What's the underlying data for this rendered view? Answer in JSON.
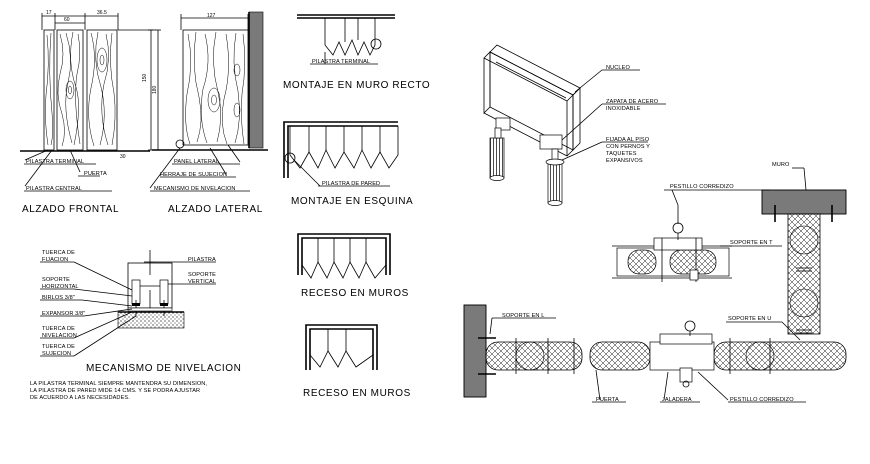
{
  "titles": {
    "alzado_frontal": "ALZADO FRONTAL",
    "alzado_lateral": "ALZADO LATERAL",
    "montaje_muro_recto": "MONTAJE EN MURO RECTO",
    "montaje_esquina": "MONTAJE EN ESQUINA",
    "receso_1": "RECESO EN MUROS",
    "receso_2": "RECESO EN MUROS",
    "mecanismo": "MECANISMO DE NIVELACION"
  },
  "frontal": {
    "dims": [
      "17",
      "60",
      "36.5",
      "150",
      "30"
    ],
    "labels": [
      "PILASTRA TERMINAL",
      "PUERTA",
      "PILASTRA CENTRAL"
    ]
  },
  "lateral": {
    "dims": [
      "127",
      "180"
    ],
    "labels": [
      "PANEL LATERAL",
      "HERRAJE DE SUJECION",
      "MECANISMO DE NIVELACION"
    ]
  },
  "montaje": {
    "pilastra_terminal": "PILASTRA TERMINAL",
    "pilastra_pared": "PILASTRA DE PARED"
  },
  "mecanismo_labels": {
    "tuerca_fijacion": [
      "TUERCA DE",
      "FIJACION"
    ],
    "soporte_horizontal": [
      "SOPORTE",
      "HORIZONTAL"
    ],
    "birlos": "BIRLOS 3/8\"",
    "expansor": "EXPANSOR 3/8\"",
    "tuerca_nivelacion": [
      "TUERCA DE",
      "NIVELACION"
    ],
    "tuerca_sujecion": [
      "TUERCA DE",
      "SUJECION"
    ],
    "pilastra": "PILASTRA",
    "soporte_vertical": [
      "SOPORTE",
      "VERTICAL"
    ]
  },
  "note": [
    "LA PILASTRA TERMINAL SIEMPRE MANTENDRA SU DIMENSION,",
    "LA PILASTRA DE PARED MIDE 14 CMS. Y SE PODRA AJUSTAR",
    "DE ACUERDO A LAS NECESIDADES."
  ],
  "iso": {
    "nucleo": "NUCLEO",
    "zapata": [
      "ZAPATA DE ACERO",
      "INOXIDABLE"
    ],
    "fijada": [
      "FIJADA AL PISO",
      "CON PERNOS Y",
      "TAQUETES",
      "EXPANSIVOS"
    ]
  },
  "plan": {
    "muro": "MURO",
    "pestillo_top": "PESTILLO CORREDIZO",
    "soporte_t": "SOPORTE EN T",
    "soporte_l": "SOPORTE EN L",
    "soporte_u": "SOPORTE EN U",
    "puerta": "PUERTA",
    "jaladera": "JALADERA",
    "pestillo_bottom": "PESTILLO CORREDIZO"
  }
}
